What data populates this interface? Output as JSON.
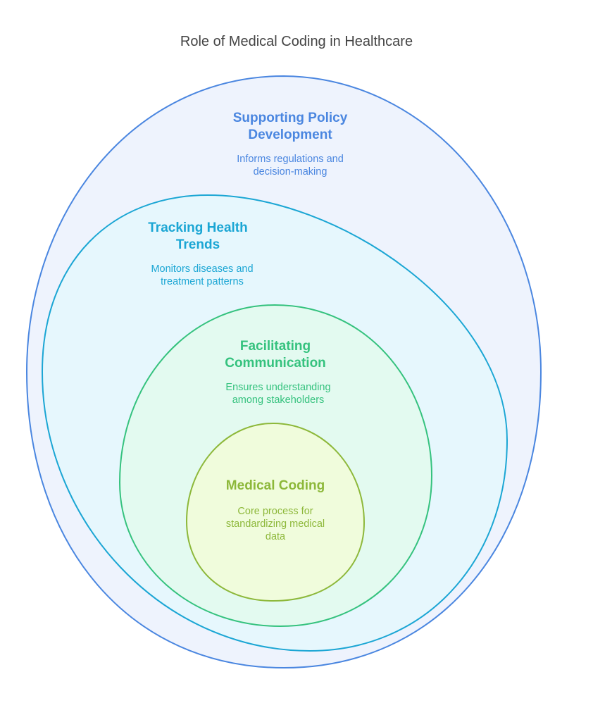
{
  "title": "Role of Medical Coding in Healthcare",
  "layers": [
    {
      "id": "policy",
      "title": "Supporting Policy\nDevelopment",
      "description": "Informs regulations and\ndecision-making",
      "stroke_color": "#4a86e0",
      "fill_color": "#eef3fd"
    },
    {
      "id": "trends",
      "title": "Tracking Health\nTrends",
      "description": "Monitors diseases and\ntreatment patterns",
      "stroke_color": "#1ba6d4",
      "fill_color": "#e6f7fd"
    },
    {
      "id": "communication",
      "title": "Facilitating\nCommunication",
      "description": "Ensures understanding\namong stakeholders",
      "stroke_color": "#35c27e",
      "fill_color": "#e3faf0"
    },
    {
      "id": "coding",
      "title": "Medical Coding",
      "description": "Core process for\nstandardizing medical\ndata",
      "stroke_color": "#8db83a",
      "fill_color": "#f0fcdc"
    }
  ]
}
